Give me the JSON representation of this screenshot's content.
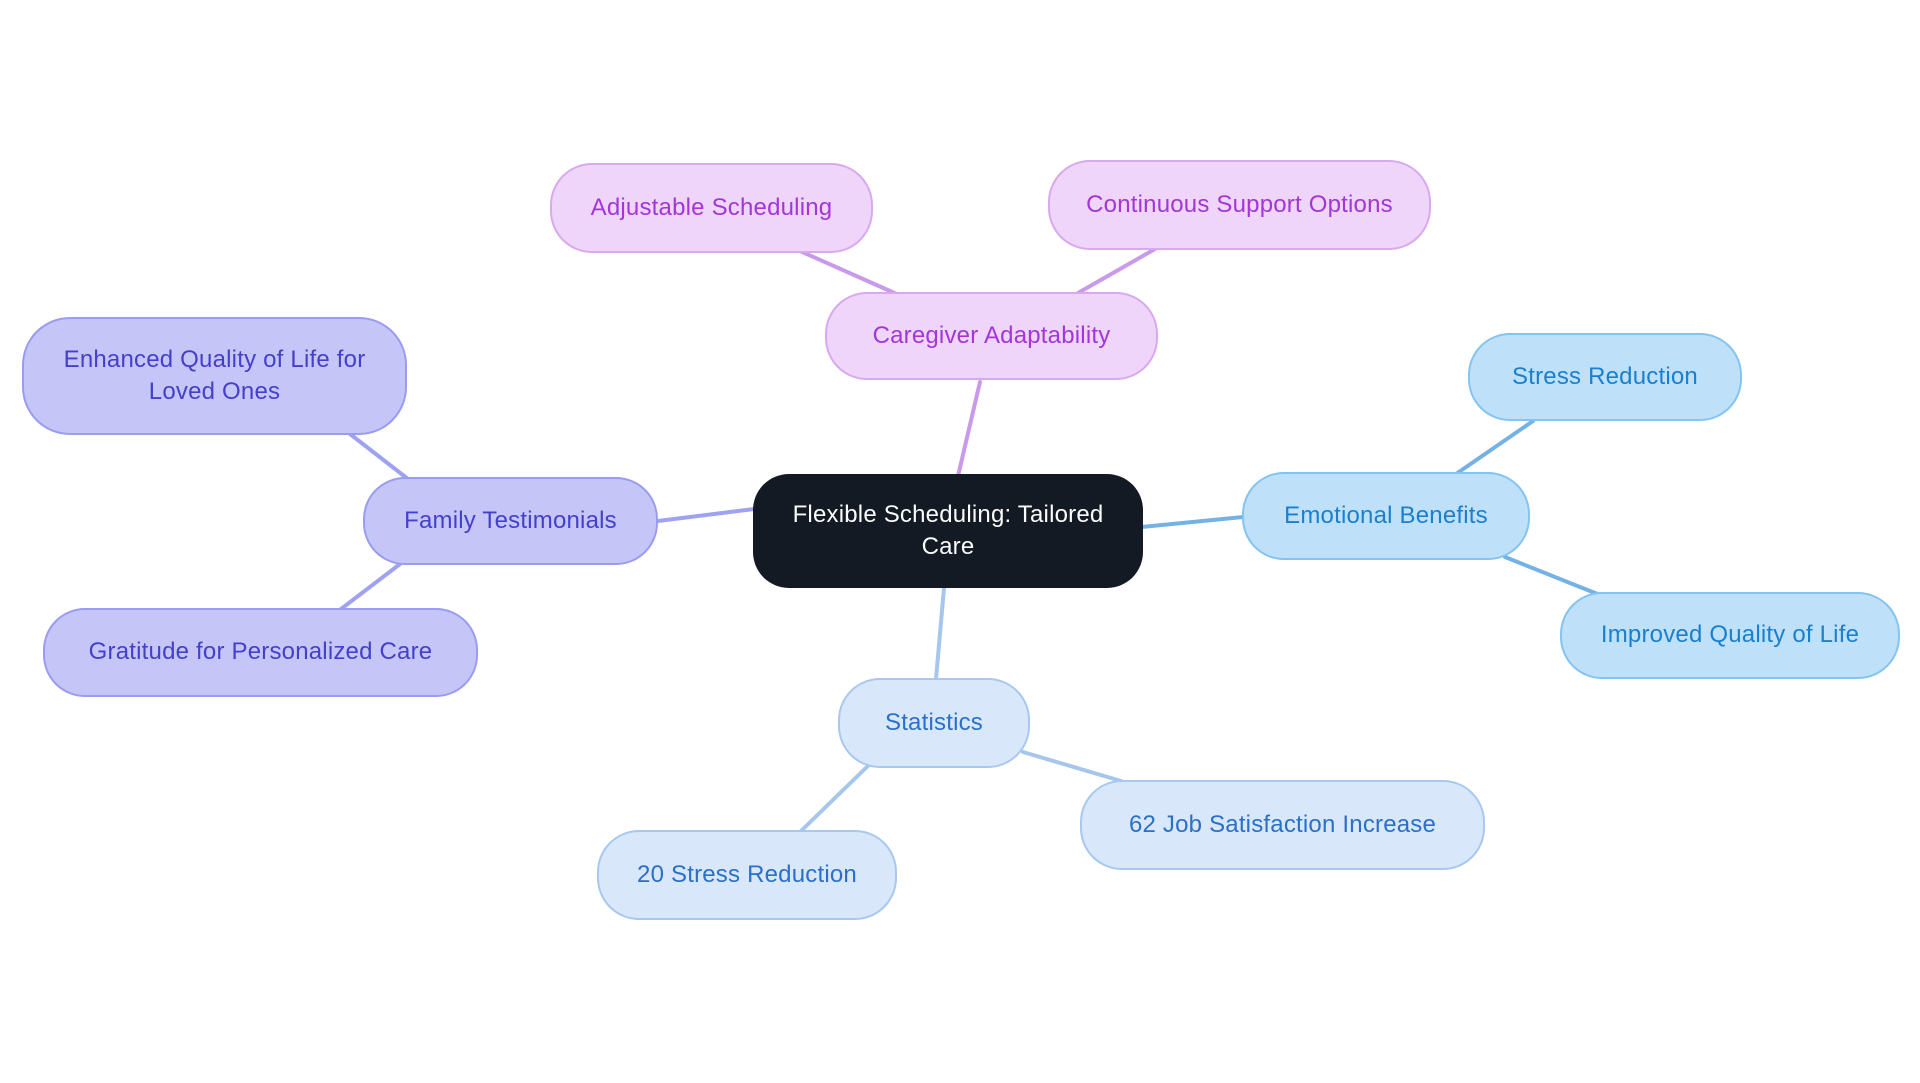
{
  "mindmap": {
    "background": "#ffffff",
    "palettes": {
      "dark": {
        "fill": "#131a23",
        "border": "#131a23",
        "text": "#fafbfc",
        "line": "#c99ae9"
      },
      "pink": {
        "fill": "#eed5f9",
        "border": "#d9a9ee",
        "text": "#a336d8",
        "line": "#c99ae9"
      },
      "periwinkle": {
        "fill": "#c5c6f7",
        "border": "#999cf0",
        "text": "#4440cc",
        "line": "#9fa2f2"
      },
      "sky": {
        "fill": "#bfe0f9",
        "border": "#84c4f1",
        "text": "#1a80ce",
        "line": "#74b2e5"
      },
      "softblue": {
        "fill": "#d8e7fa",
        "border": "#a8c8f0",
        "text": "#2a70c8",
        "line": "#a6c6ee"
      }
    },
    "nodes": [
      {
        "id": "central",
        "label": "Flexible Scheduling: Tailored Care",
        "palette": "dark"
      },
      {
        "id": "caregiver",
        "label": "Caregiver Adaptability",
        "palette": "pink",
        "parent": "central"
      },
      {
        "id": "adjustable",
        "label": "Adjustable Scheduling",
        "palette": "pink",
        "parent": "caregiver"
      },
      {
        "id": "continuous",
        "label": "Continuous Support Options",
        "palette": "pink",
        "parent": "caregiver"
      },
      {
        "id": "emotional",
        "label": "Emotional Benefits",
        "palette": "sky",
        "parent": "central"
      },
      {
        "id": "stress",
        "label": "Stress Reduction",
        "palette": "sky",
        "parent": "emotional"
      },
      {
        "id": "improved",
        "label": "Improved Quality of Life",
        "palette": "sky",
        "parent": "emotional"
      },
      {
        "id": "family",
        "label": "Family Testimonials",
        "palette": "periwinkle",
        "parent": "central"
      },
      {
        "id": "enhanced",
        "label": "Enhanced Quality of Life for Loved Ones",
        "palette": "periwinkle",
        "parent": "family"
      },
      {
        "id": "gratitude",
        "label": "Gratitude for Personalized Care",
        "palette": "periwinkle",
        "parent": "family"
      },
      {
        "id": "statistics",
        "label": "Statistics",
        "palette": "softblue",
        "parent": "central"
      },
      {
        "id": "stress20",
        "label": "20 Stress Reduction",
        "palette": "softblue",
        "parent": "statistics"
      },
      {
        "id": "job62",
        "label": "62 Job Satisfaction Increase",
        "palette": "softblue",
        "parent": "statistics"
      }
    ],
    "edges": [
      {
        "from": "central",
        "to": "caregiver"
      },
      {
        "from": "caregiver",
        "to": "adjustable"
      },
      {
        "from": "caregiver",
        "to": "continuous"
      },
      {
        "from": "central",
        "to": "emotional"
      },
      {
        "from": "emotional",
        "to": "stress"
      },
      {
        "from": "emotional",
        "to": "improved"
      },
      {
        "from": "central",
        "to": "family"
      },
      {
        "from": "family",
        "to": "enhanced"
      },
      {
        "from": "family",
        "to": "gratitude"
      },
      {
        "from": "central",
        "to": "statistics"
      },
      {
        "from": "statistics",
        "to": "stress20"
      },
      {
        "from": "statistics",
        "to": "job62"
      }
    ]
  }
}
